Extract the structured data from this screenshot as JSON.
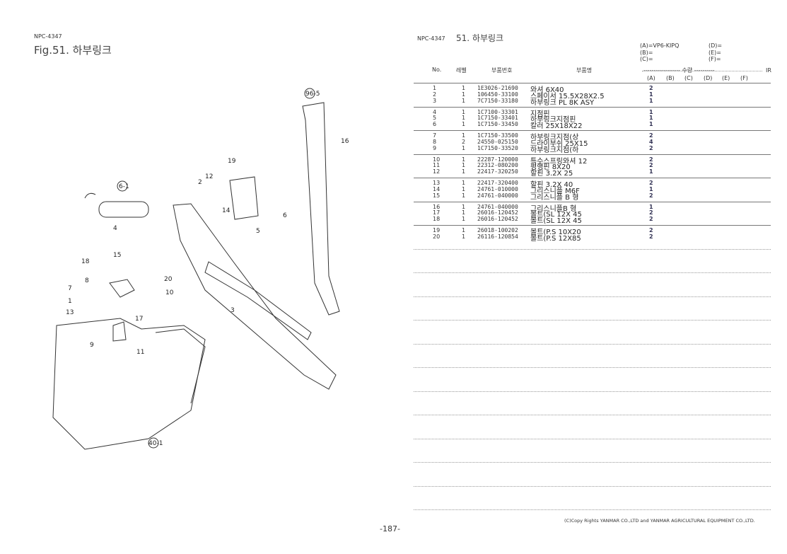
{
  "left": {
    "doc_code": "NPC-4347",
    "fig_title": "Fig.51.   하부링크"
  },
  "right": {
    "doc_code": "NPC-4347",
    "section_title": "51.  하부링크",
    "models": {
      "a": "(A)=VP6-KIPQ",
      "b": "(B)=",
      "c": "(C)=",
      "d": "(D)=",
      "e": "(E)=",
      "f": "(F)="
    },
    "headers": {
      "no": "No.",
      "level": "레벨",
      "part_no": "부품번호",
      "part_name": "부품명",
      "qty": "------------------ 수량 ----------",
      "ir": "IR",
      "qty_cols": [
        "(A)",
        "(B)",
        "(C)",
        "(D)",
        "(E)",
        "(F)"
      ]
    },
    "rows": [
      {
        "no": "1",
        "level": "1",
        "part_no": "1E3026-21690",
        "name": "와셔 6X40",
        "qty": "2"
      },
      {
        "no": "2",
        "level": "1",
        "part_no": "106450-33100",
        "name": "스페이서  15.5X28X2.5",
        "qty": "1"
      },
      {
        "no": "3",
        "level": "1",
        "part_no": "7C7150-33180",
        "name": "하부링크 PL 8K ASY",
        "qty": "1"
      },
      {
        "no": "4",
        "level": "1",
        "part_no": "1C7100-33301",
        "name": "지점핀",
        "qty": "1"
      },
      {
        "no": "5",
        "level": "1",
        "part_no": "1C7150-33401",
        "name": "하부링크지점핀",
        "qty": "1"
      },
      {
        "no": "6",
        "level": "1",
        "part_no": "1C7150-33450",
        "name": "칼러 25X18X22",
        "qty": "1"
      },
      {
        "no": "7",
        "level": "1",
        "part_no": "1C7150-33500",
        "name": "하부링크지점(상",
        "qty": "2"
      },
      {
        "no": "8",
        "level": "2",
        "part_no": "24550-025150",
        "name": "드라이부쉬  25X15",
        "qty": "4"
      },
      {
        "no": "9",
        "level": "1",
        "part_no": "1C7150-33520",
        "name": "하부링크지점(하",
        "qty": "2"
      },
      {
        "no": "10",
        "level": "1",
        "part_no": "22287-120000",
        "name": "특수스프링와셔 12",
        "qty": "2"
      },
      {
        "no": "11",
        "level": "1",
        "part_no": "22312-080200",
        "name": "평행핀  8X20",
        "qty": "2"
      },
      {
        "no": "12",
        "level": "1",
        "part_no": "22417-320250",
        "name": "할핀 3.2X 25",
        "qty": "1"
      },
      {
        "no": "13",
        "level": "1",
        "part_no": "22417-320400",
        "name": "할핀 3.2X 40",
        "qty": "2"
      },
      {
        "no": "14",
        "level": "1",
        "part_no": "24761-010000",
        "name": "그리스니플  M6F",
        "qty": "1"
      },
      {
        "no": "15",
        "level": "1",
        "part_no": "24761-040000",
        "name": "그리스니플  B 형",
        "qty": "2"
      },
      {
        "no": "16",
        "level": "1",
        "part_no": "24761-040000",
        "name": "그리스니플B 형",
        "qty": "1"
      },
      {
        "no": "17",
        "level": "1",
        "part_no": "26016-120452",
        "name": "볼트(SL 12X 45",
        "qty": "2"
      },
      {
        "no": "18",
        "level": "1",
        "part_no": "26016-120452",
        "name": "볼트(SL 12X 45",
        "qty": "2"
      },
      {
        "no": "19",
        "level": "1",
        "part_no": "26018-100202",
        "name": "볼트(P.S 10X20",
        "qty": "2"
      },
      {
        "no": "20",
        "level": "1",
        "part_no": "26116-120854",
        "name": "볼트(P.S 12X85",
        "qty": "2"
      }
    ]
  },
  "callouts": [
    "96-5",
    "16",
    "19",
    "12",
    "2",
    "6-1",
    "14",
    "5",
    "6",
    "4",
    "18",
    "15",
    "8",
    "20",
    "7",
    "10",
    "1",
    "3",
    "13",
    "17",
    "9",
    "11",
    "40-1"
  ],
  "footer": {
    "copyright": "(C)Copy Rights  YANMAR CO.,LTD and YANMAR AGRICULTURAL EQUIPMENT CO.,LTD.",
    "page": "-187-"
  }
}
